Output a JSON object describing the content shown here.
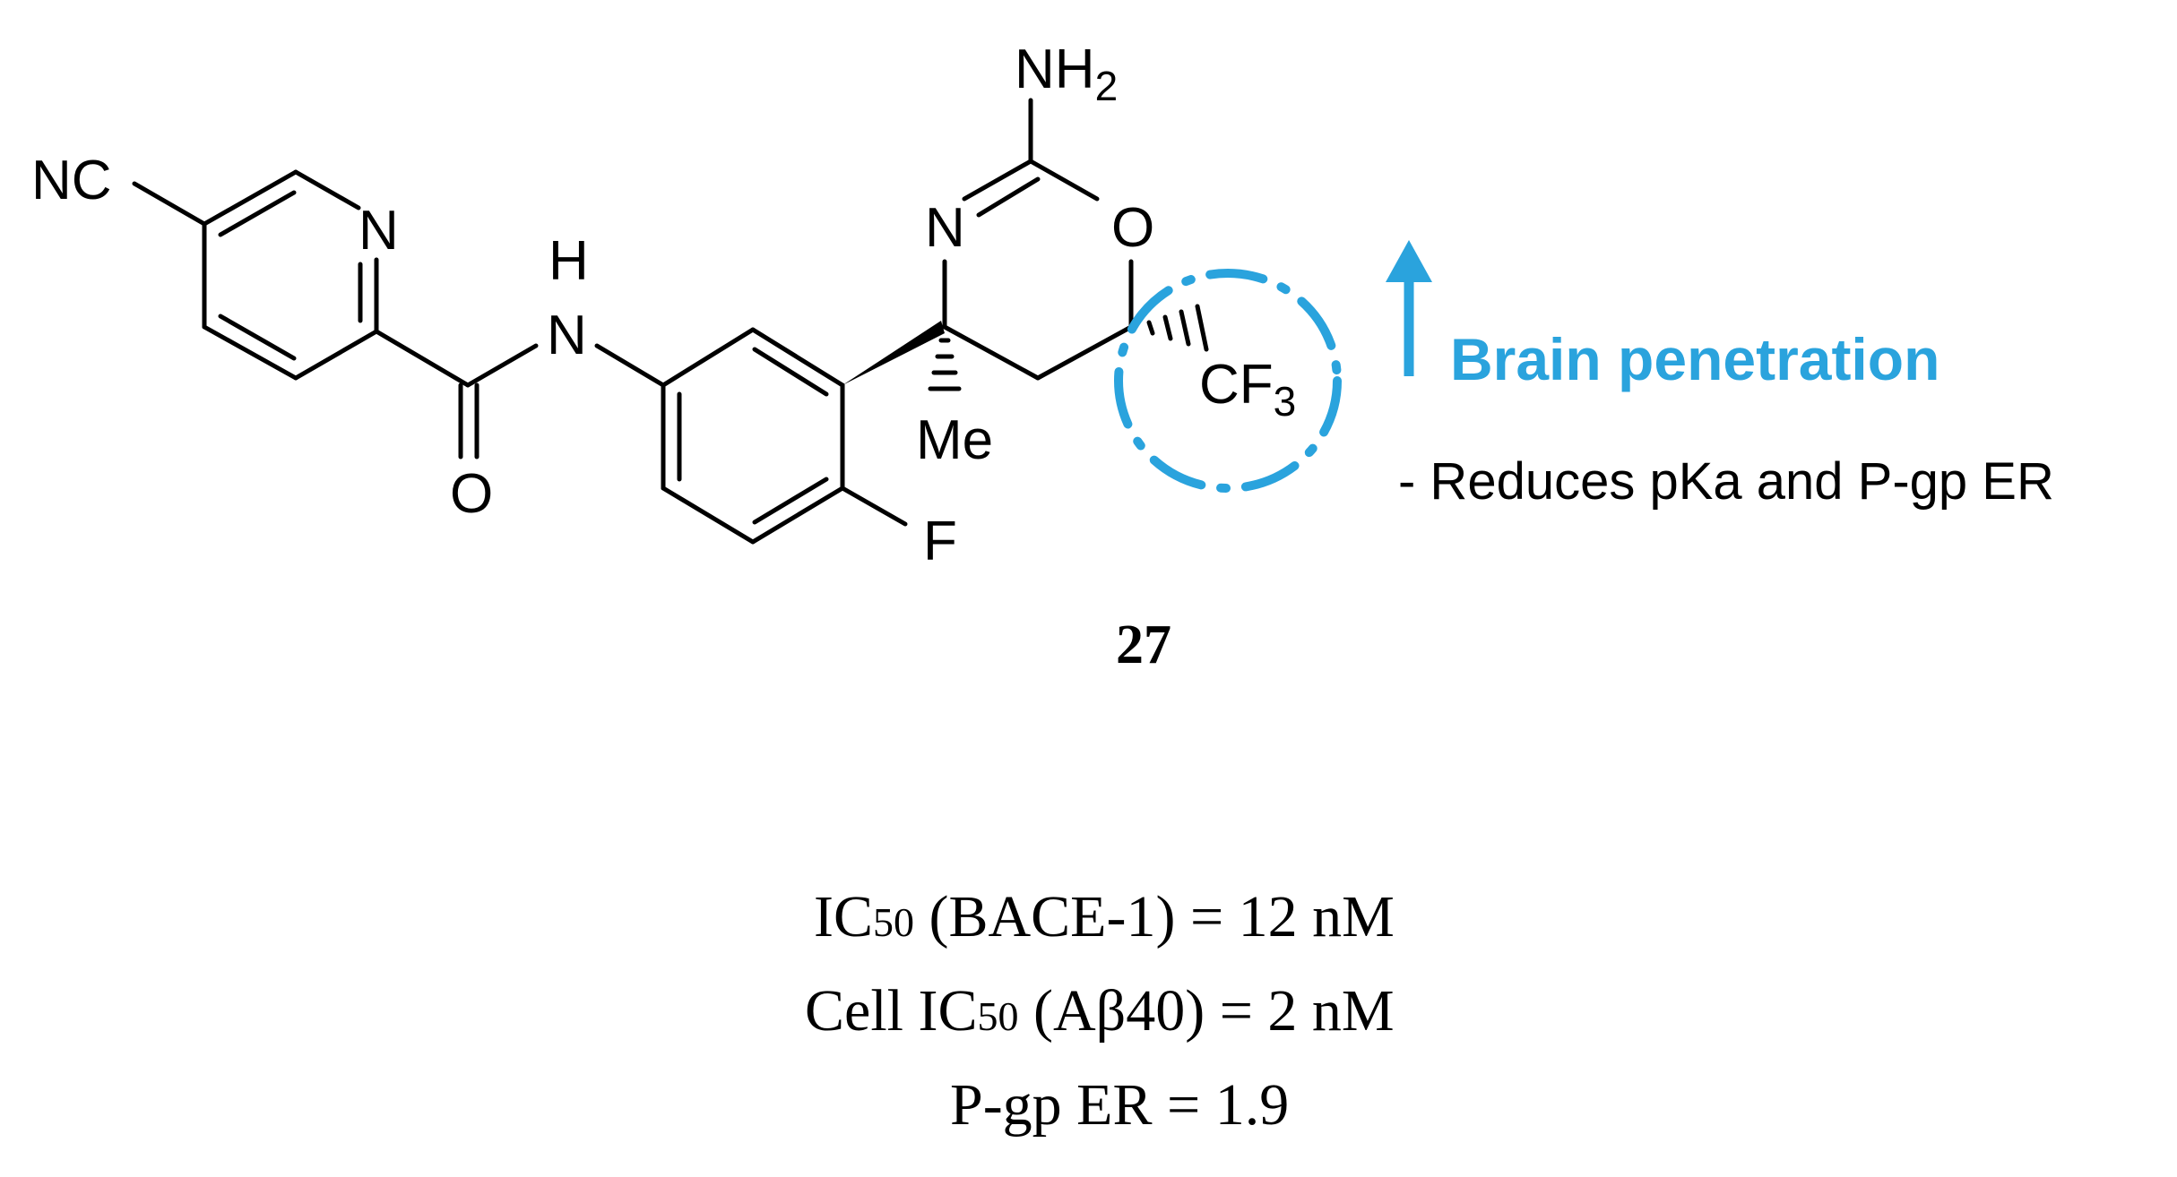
{
  "colors": {
    "accent": "#2aa3dd",
    "ink": "#000000"
  },
  "molecule": {
    "atoms": {
      "nc": "NC",
      "pyridine_n": "N",
      "amide_h": "H",
      "amide_n": "N",
      "carbonyl_o": "O",
      "nh2_main": "NH",
      "nh2_sub": "2",
      "ring_n": "N",
      "ring_o": "O",
      "methyl": "Me",
      "fluoro": "F",
      "cf3_main": "CF",
      "cf3_sub": "3"
    },
    "compound_number": "27"
  },
  "annotation": {
    "icon": "up-arrow-icon",
    "headline": "Brain penetration",
    "note": "- Reduces pKa and P-gp ER"
  },
  "properties": [
    {
      "prefix": "IC",
      "sub": "50",
      "suffix": " (BACE-1) = 12 nM"
    },
    {
      "prefix": "Cell IC",
      "sub": "50",
      "suffix": " (Aβ40) = 2 nM"
    },
    {
      "prefix": "P-gp ER = 1.9",
      "sub": "",
      "suffix": ""
    }
  ]
}
